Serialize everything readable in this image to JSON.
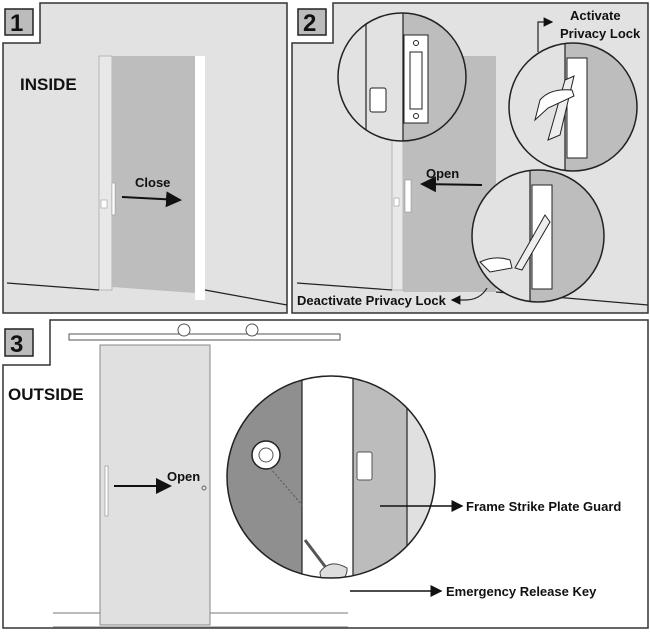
{
  "steps": [
    {
      "number": "1",
      "side_label": "INSIDE",
      "action_label": "Close"
    },
    {
      "number": "2",
      "action_label": "Open",
      "activate_label_line1": "Activate",
      "activate_label_line2": "Privacy Lock",
      "deactivate_label": "Deactivate Privacy Lock"
    },
    {
      "number": "3",
      "side_label": "OUTSIDE",
      "action_label": "Open",
      "strike_plate_label": "Frame Strike Plate Guard",
      "key_label": "Emergency Release Key"
    }
  ],
  "colors": {
    "wall": "#e2e2e2",
    "door_inside": "#bdbdbd",
    "door_outside": "#e0e0e0",
    "circle_dark": "#8f8f8f",
    "tab": "#bcbcbc"
  }
}
